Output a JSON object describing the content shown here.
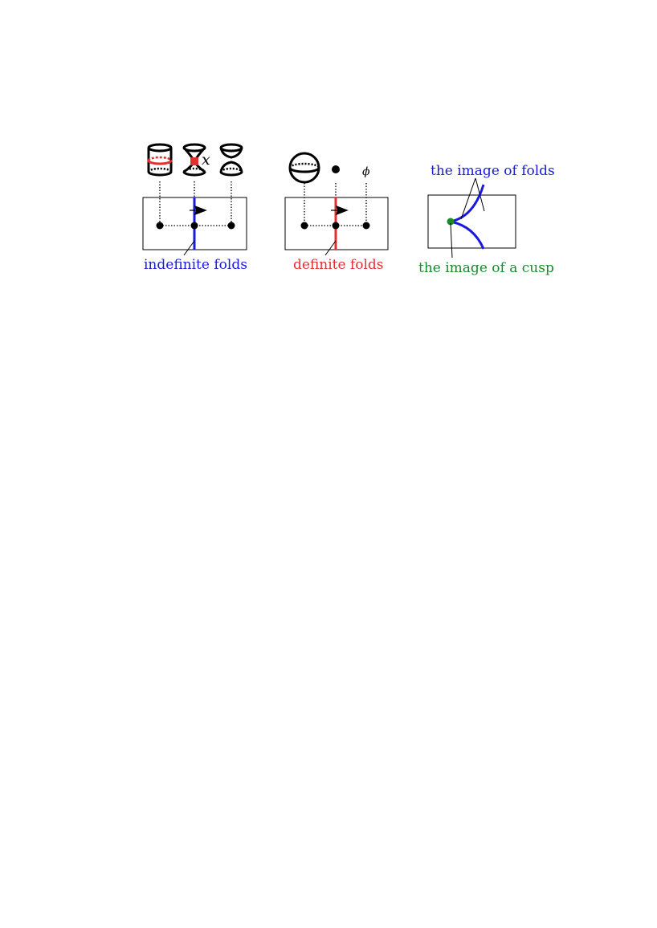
{
  "labels": {
    "indefinite_folds": "indefinite folds",
    "definite_folds": "definite folds",
    "image_of_folds": "the image of folds",
    "image_of_cusp": "the image of a cusp",
    "x": "x",
    "phi": "ϕ"
  },
  "colors": {
    "indefinite": "#1a1adb",
    "definite": "#e03030",
    "cusp": "#1a8a2a",
    "ink": "#000000"
  }
}
